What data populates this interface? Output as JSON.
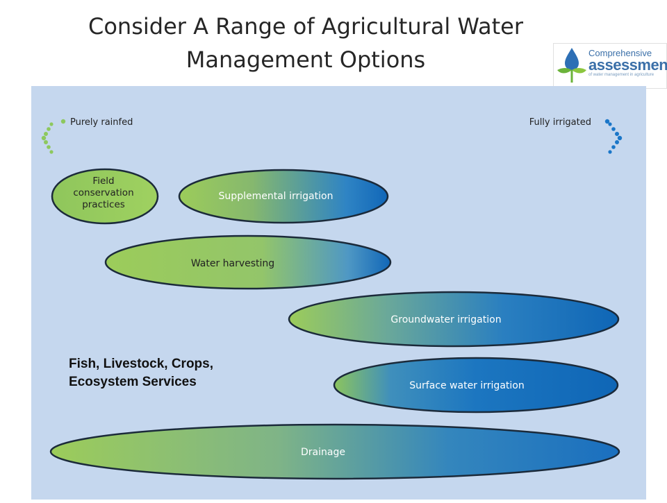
{
  "title": {
    "line1": "Consider A Range of Agricultural Water",
    "line2": "Management Options"
  },
  "logo": {
    "line1": "Comprehensive",
    "line2": "assessment",
    "line3": "of water management in agriculture",
    "icon": "water-drop-leaf-icon"
  },
  "diagram": {
    "axis": {
      "left_label": "Purely rainfed",
      "right_label": "Fully irrigated"
    },
    "options": [
      {
        "id": "field-conservation",
        "label": [
          "Field",
          "conservation",
          "practices"
        ]
      },
      {
        "id": "supplemental-irrigation",
        "label": [
          "Supplemental irrigation"
        ]
      },
      {
        "id": "water-harvesting",
        "label": [
          "Water harvesting"
        ]
      },
      {
        "id": "groundwater-irrigation",
        "label": [
          "Groundwater irrigation"
        ]
      },
      {
        "id": "surface-water-irrigation",
        "label": [
          "Surface water irrigation"
        ]
      },
      {
        "id": "drainage",
        "label": [
          "Drainage"
        ]
      }
    ],
    "caption": [
      "Fish, Livestock, Crops,",
      "Ecosystem Services"
    ]
  },
  "colors": {
    "green": "#9ccc5a",
    "blue": "#1a6fbf",
    "background": "#c5d7ee",
    "outline": "#1b2a3a"
  }
}
